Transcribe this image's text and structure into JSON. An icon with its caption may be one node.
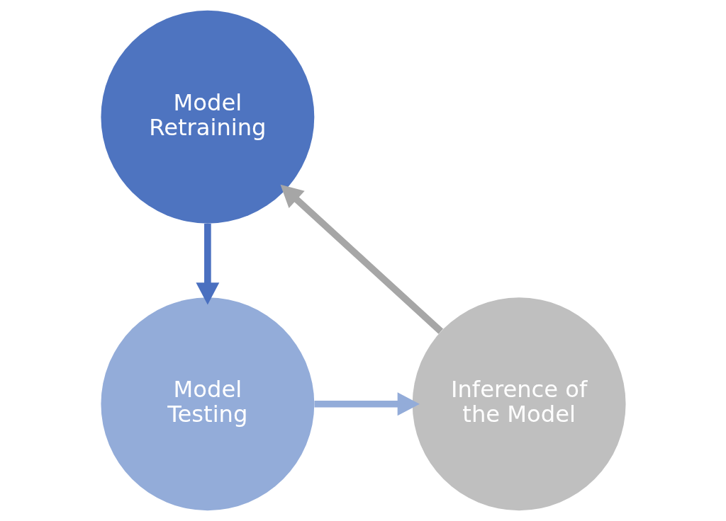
{
  "diagram": {
    "nodes": [
      {
        "text": [
          "Model Retraining"
        ]
      },
      {
        "text": [
          "Model Testing"
        ]
      },
      {
        "text": [
          "Inference of the Model"
        ]
      }
    ],
    "edges": [
      {
        "from": 0,
        "to": 1,
        "arrow": "to",
        "color": "#4a70c0"
      },
      {
        "from": 1,
        "to": 2,
        "arrow": "to",
        "color": "#93acd9"
      },
      {
        "from": 2,
        "to": 0,
        "arrow": "to",
        "color": "#a6a6a6"
      }
    ]
  }
}
